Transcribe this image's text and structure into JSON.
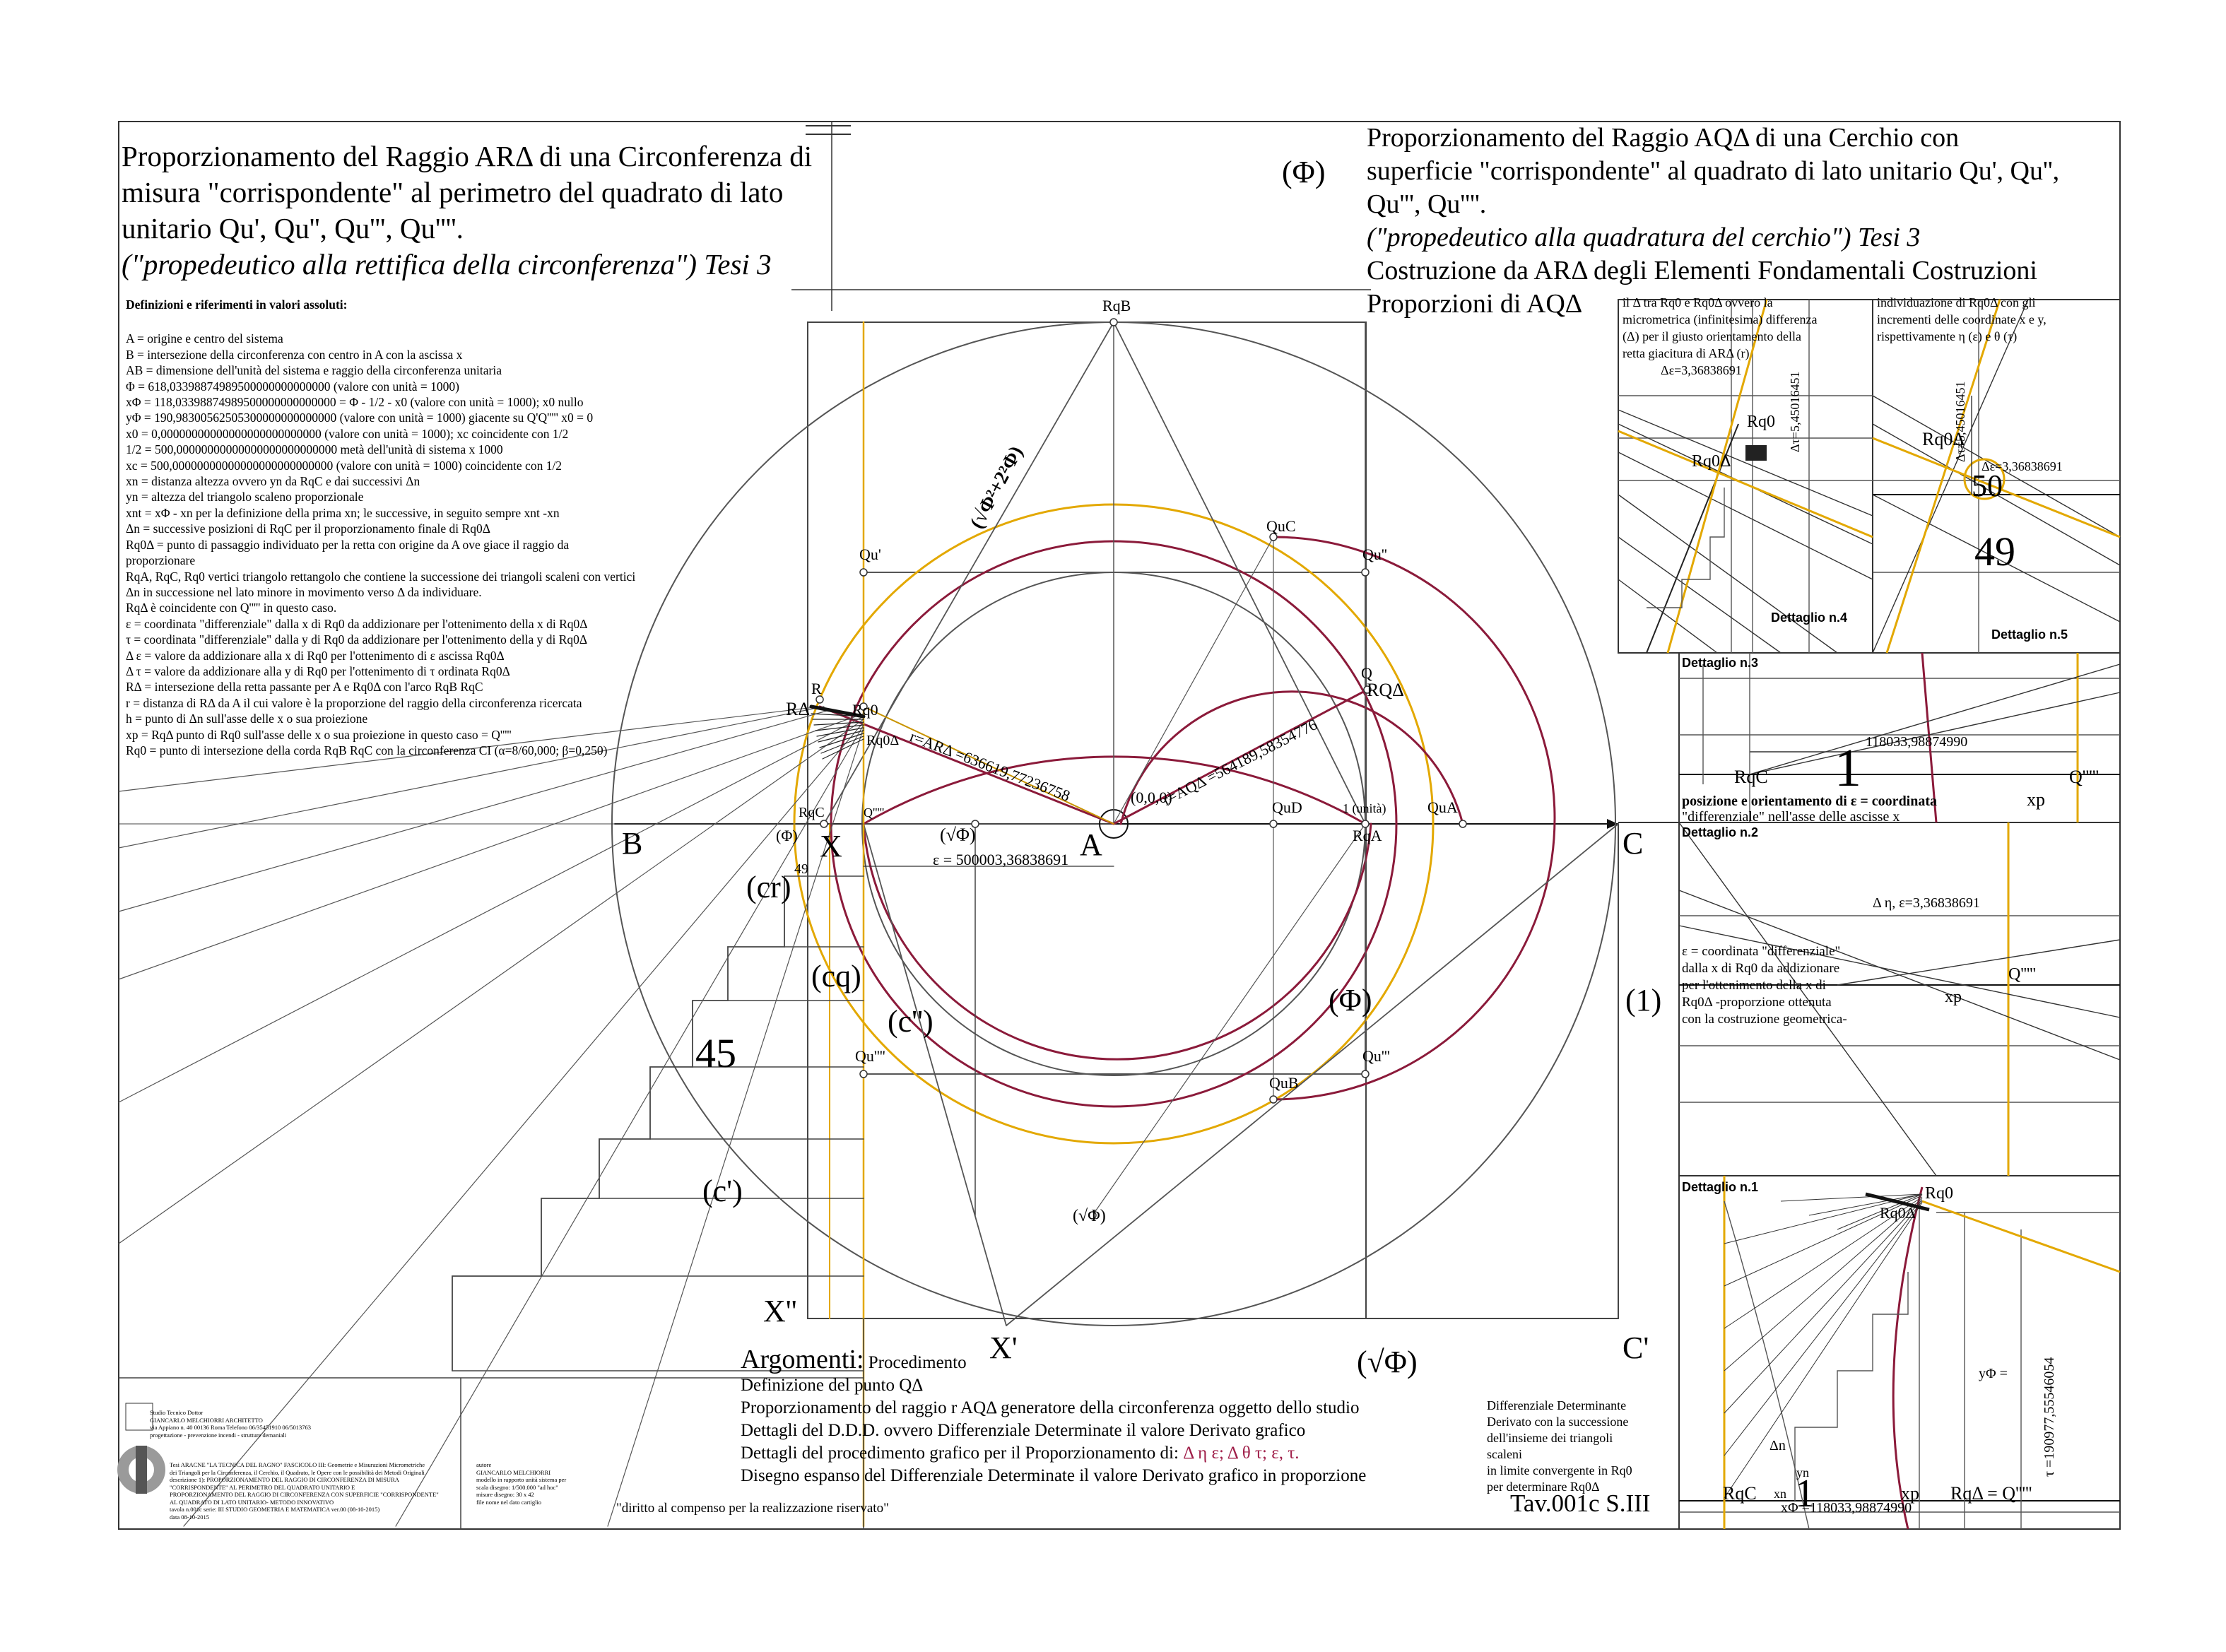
{
  "title_left": {
    "lines": [
      "Proporzionamento del Raggio ARΔ di una Circonferenza di",
      "misura  \"corrispondente\" al perimetro del quadrato di lato",
      "unitario Qu', Qu'', Qu''', Qu''''."
    ],
    "italic_line": "(\"propedeutico alla rettifica della circonferenza\") Tesi 3"
  },
  "title_right": {
    "lines": [
      "Proporzionamento del Raggio AQΔ di una Cerchio con",
      "superficie \"corrispondente\" al quadrato di lato unitario Qu', Qu'',",
      "Qu''', Qu''''."
    ],
    "italic_line": "(\"propedeutico alla quadratura del cerchio\") Tesi 3",
    "lines2": [
      "Costruzione da ARΔ degli Elementi Fondamentali Costruzioni",
      "Proporzioni di AQΔ"
    ]
  },
  "definitions": {
    "heading": "Definizioni e riferimenti in valori assoluti:",
    "rows": [
      "A = origine e centro del sistema",
      "B = intersezione della circonferenza con centro in A con la ascissa x",
      "AB = dimensione dell'unità del sistema e raggio  della circonferenza unitaria",
      "Φ  = 618,03398874989500000000000000  (valore con unità = 1000)",
      "xΦ = 118,03398874989500000000000000  = Φ - 1/2 - x0 (valore con unità = 1000); x0 nullo",
      "yΦ = 190,98300562505300000000000000 (valore con unità = 1000) giacente su Q'Q''''' x0 = 0",
      "x0  =     0,00000000000000000000000000 (valore con unità = 1000); xc coincidente con 1/2",
      "1/2 = 500,00000000000000000000000000 metà dell'unità di sistema x 1000",
      "xc =  500,00000000000000000000000000 (valore con unità = 1000) coincidente con 1/2",
      "xn = distanza altezza ovvero yn da RqC e dai successivi Δn",
      "yn = altezza del triangolo scaleno proporzionale",
      "xnt = xΦ - xn per la definizione della prima xn; le successive, in seguito sempre xnt -xn",
      "Δn =  successive posizioni di RqC per il proporzionamento finale di Rq0Δ",
      "Rq0Δ =  punto di passaggio individuato per la retta con origine da A ove giace il raggio da",
      "proporzionare",
      "RqA, RqC, Rq0 vertici triangolo rettangolo che contiene la successione dei triangoli scaleni con vertici",
      "Δn in successione nel lato minore in movimento verso Δ da individuare.",
      "RqΔ è coincidente con Q''''' in questo caso.",
      "ε = coordinata \"differenziale\" dalla  x di Rq0 da addizionare per l'ottenimento della x di Rq0Δ",
      "τ = coordinata \"differenziale\" dalla  y di Rq0 da addizionare per l'ottenimento della y di Rq0Δ",
      "Δ ε = valore da addizionare alla x di Rq0 per l'ottenimento di ε ascissa Rq0Δ",
      "Δ τ = valore da addizionare alla y di Rq0 per l'ottenimento di τ ordinata Rq0Δ",
      "RΔ =  intersezione della retta passante per  A e Rq0Δ con l'arco RqB RqC",
      "r  = distanza di RΔ da A il cui valore è la proporzione del raggio della circonferenza ricercata",
      "h = punto di Δn sull'asse delle x o sua proiezione",
      "xp = RqΔ punto di Rq0 sull'asse delle x o sua proiezione in questo caso = Q'''''",
      "Rq0 =  punto di intersezione  della corda RqB RqC con la circonferenza CI (α=8/60,000; β=0,250)"
    ]
  },
  "labels": {
    "phi_top": "(Φ)",
    "RqB": "RqB",
    "sqrt_label": "(√Φ²+2²Φ)",
    "Qu1": "Qu'",
    "Qu2": "Qu''",
    "Qu3": "Qu'''",
    "Qu4": "Qu''''",
    "QuC": "QuC",
    "QuD": "QuD",
    "QuA": "QuA",
    "QuB": "QuB",
    "Q": "Q",
    "RQdelta": "RQΔ",
    "AQdelta": "r=AQΔ =564189,58354776",
    "ARdelta": "r=ARΔ =636619,77236758",
    "origin": "(0,0,0)",
    "unit": "1 (unità)",
    "RqA": "RqA",
    "A": "A",
    "B": "B",
    "C": "C",
    "C_prime": "C'",
    "X": "X",
    "X_prime": "X'",
    "X_second": "X''",
    "R": "R",
    "RDelta": "RΔ",
    "Rq0": "Rq0",
    "Rq0Delta": "Rq0Δ",
    "RqC": "RqC",
    "Q5": "Q'''''",
    "phi_small": "(Φ)",
    "sqrtphi_small": "(√Φ)",
    "epsilon": "ε = 500003,36838691",
    "cr": "(cr)",
    "cq": "(cq)",
    "c2": "(c'')",
    "c1": "(c')",
    "n45": "45",
    "n49": "49",
    "n50": "50",
    "phi_right": "(Φ)",
    "one_right": "(1)",
    "sqrtphi_bottom": "(√Φ)",
    "sqrtphi_mid": "(√Φ)",
    "sheet": "Tav.001c S.III"
  },
  "details": {
    "d4_text": [
      "il Δ tra Rq0 e Rq0Δ ovvero la",
      "micrometrica (infinitesima) differenza",
      "(Δ) per il giusto orientamento della",
      "retta giacitura di ARΔ (r)"
    ],
    "d4_eps": "Δε=3,36838691",
    "d4_tau": "Δτ=5,45016451",
    "d4_label": "Dettaglio n.4",
    "d5_text": [
      "individuazione di Rq0Δ con gli",
      "incrementi delle coordinate x e y,",
      "rispettivamente η (ε) e θ (τ)"
    ],
    "d5_tau": "Δτ=5,45016451",
    "d5_eps": "Δε=3,36838691",
    "d5_label": "Dettaglio n.5",
    "d3_label": "Dettaglio n.3",
    "d3_value": "118033,98874990",
    "d3_text": [
      "posizione e orientamento di ε = coordinata",
      "\"differenziale\" nell'asse delle ascisse x"
    ],
    "d2_label": "Dettaglio n.2",
    "d2_eps": "Δ η, ε=3,36838691",
    "d2_text": [
      "ε = coordinata \"differenziale\"",
      "dalla  x di Rq0 da addizionare",
      "per l'ottenimento della x di",
      "Rq0Δ  -proporzione ottenuta",
      "con la costruzione geometrica-"
    ],
    "d1_label": "Dettaglio n.1",
    "d1_ypsi": "yΦ =",
    "d1_tau": "τ =190977,55546054",
    "d1_xphi": "xΦ =118033,98874990",
    "d1_RqDelta": "RqΔ = Q'''''",
    "xp": "xp",
    "xn": "xn",
    "yn": "yn",
    "dn": "Δn",
    "one": "1"
  },
  "argomenti": {
    "heading": "Argomenti:",
    "first": "Procedimento",
    "lines": [
      "Definizione del punto QΔ",
      "Proporzionamento del raggio r AQΔ generatore della circonferenza oggetto dello studio",
      "Dettagli del D.D.D. ovvero Differenziale Determinate il valore Derivato grafico"
    ],
    "line_mixed_a": "Dettagli del procedimento grafico per il Proporzionamento di: ",
    "line_mixed_b": "Δ η ε; Δ θ τ; ε, τ.",
    "last": "Disegno espanso del Differenziale Determinate il valore Derivato grafico in proporzione"
  },
  "differenziale": [
    "Differenziale Determinante",
    "Derivato con la successione",
    "dell'insieme dei triangoli scaleni",
    "in limite convergente in Rq0",
    "per determinare Rq0Δ"
  ],
  "diritto": "\"diritto al compenso per la realizzazione riservato\"",
  "studio": {
    "lines": [
      "Studio Tecnico Dottor",
      "GIANCARLO MELCHIORRI ARCHITETTO",
      "via Appiano n. 40  00136 Roma  Telefono 06/35451910 06/5013763",
      "progettazione    -    prevenzione incendi    -    strutture demaniali"
    ],
    "lines2": [
      "Tesi ARACNE \"LA TECNICA DEL RAGNO\" FASCICOLO III: Geometrie e Misurazioni Micrometriche",
      "dei Triangoli per la Circonferenza, il Cerchio, il Quadrato, le Opere con le possibilità dei Metodi Originali",
      "descrizione 1): PROPORZIONAMENTO DEL RAGGIO DI CIRCONFERENZA DI MISURA",
      "\"CORRISPONDENTE\" AL PERIMETRO DEL QUADRATO UNITARIO E",
      "PROPORZIONAMENTO DEL RAGGIO DI CIRCONFERENZA CON SUPERFICIE \"CORRISPONDENTE\"",
      "AL QUADRATO DI LATO UNITARIO- METODO INNOVATIVO",
      "tavola n.001c   serie: III STUDIO GEOMETRIA E MATEMATICA ver.00 (08-10-2015)",
      "data 08-10-2015"
    ],
    "author": [
      "autore",
      "GIANCARLO MELCHIORRI",
      "modello in rapporto unità sistema per",
      "scala disegno: 1/500.000 \"ad hoc\"",
      "misure disegno: 30 x 42",
      "file nome nel dato cartiglio"
    ]
  }
}
